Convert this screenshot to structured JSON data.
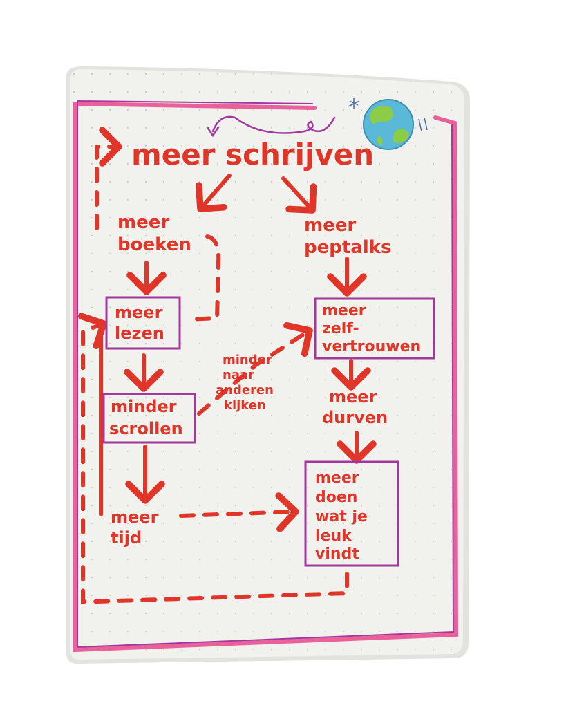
{
  "colors": {
    "paper": "#f1f1ee",
    "paper_edge": "#e2e2de",
    "dot": "#b9bdc0",
    "ink_red": "#e0362a",
    "border_pink": "#e9609a",
    "border_purple": "#a3389c",
    "globe_ocean": "#5ab8d8",
    "globe_land": "#8ccc46"
  },
  "title": "meer schrijven",
  "nodes": {
    "boeken": {
      "line1": "meer",
      "line2": "boeken"
    },
    "peptalks": {
      "line1": "meer",
      "line2": "peptalks"
    },
    "lezen": {
      "line1": "meer",
      "line2": "lezen"
    },
    "zelfvertrouwen": {
      "line1": "meer",
      "line2": "zelf-",
      "line3": "vertrouwen"
    },
    "scrollen": {
      "line1": "minder",
      "line2": "scrollen"
    },
    "durven": {
      "line1": "meer",
      "line2": "durven"
    },
    "tijd": {
      "line1": "meer",
      "line2": "tijd"
    },
    "doen": {
      "line1": "meer",
      "line2": "doen",
      "line3": "wat je",
      "line4": "leuk",
      "line5": "vindt"
    }
  },
  "annotation": {
    "line1": "minder",
    "line2": "naar",
    "line3": "anderen",
    "line4": "kijken"
  },
  "icons": {
    "globe": "earth-globe-icon",
    "star": "sparkle-icon"
  }
}
